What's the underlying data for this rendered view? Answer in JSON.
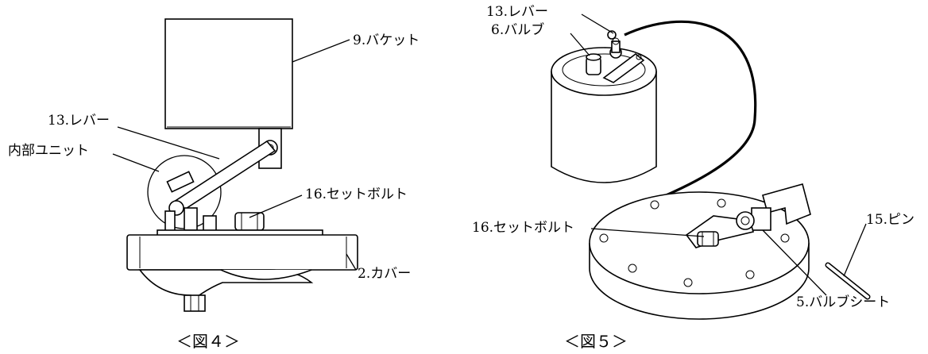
{
  "figure4": {
    "caption": "＜図４＞",
    "labels": {
      "bucket": "9.バケット",
      "lever": "13.レバー",
      "inner_unit": "内部ユニット",
      "set_bolt": "16.セットボルト",
      "cover": "2.カバー"
    }
  },
  "figure5": {
    "caption": "＜図５＞",
    "labels": {
      "lever": "13.レバー",
      "valve": "6.バルブ",
      "set_bolt": "16.セットボルト",
      "pin": "15.ピン",
      "valve_seat": "5.バルブシート"
    }
  }
}
